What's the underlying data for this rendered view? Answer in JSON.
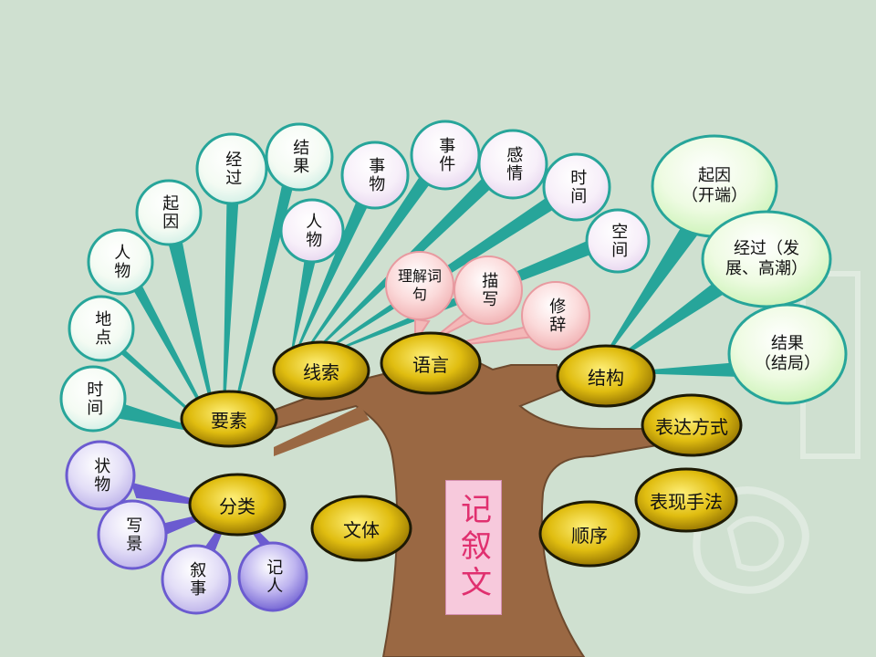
{
  "title": "记叙文",
  "colors": {
    "background": "#cfe0d0",
    "trunk": "#9a6843",
    "node_fill": "#cfa900",
    "node_border": "#1d1a05",
    "teal_outline": "#27a59a",
    "pink_bubble": "#f6c1c1",
    "purple_bubble": "#d7d1f2",
    "title_text": "#e0306f"
  },
  "main_nodes": {
    "yaosu": "要素",
    "xiansuo": "线索",
    "yuyan": "语言",
    "jiegou": "结构",
    "fenlei": "分类",
    "wenti": "文体",
    "shunxu": "顺序",
    "biaoda": "表达方式",
    "biaoxian": "表现手法"
  },
  "yaosu_items": [
    "时间",
    "地点",
    "人物",
    "起因",
    "经过",
    "结果"
  ],
  "xiansuo_items": [
    "人物",
    "事物",
    "事件",
    "感情",
    "时间",
    "空间"
  ],
  "yuyan_items": [
    "理解词句",
    "描写",
    "修辞"
  ],
  "jiegou_items": [
    "起因\n（开端）",
    "经过（发\n展、高潮）",
    "结果\n（结局）"
  ],
  "fenlei_items": [
    "状物",
    "写景",
    "叙事",
    "记人"
  ]
}
